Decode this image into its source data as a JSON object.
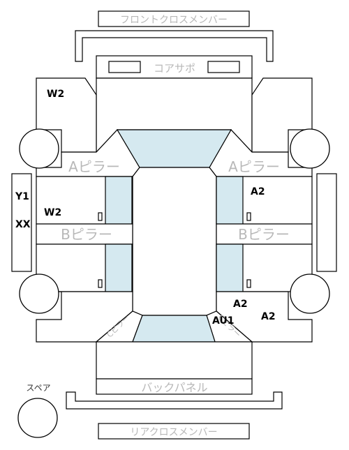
{
  "labels": {
    "front_cross_member": "フロントクロスメンバー",
    "core_support": "コアサポ",
    "a_pillar_left": "Aピラー",
    "a_pillar_right": "Aピラー",
    "b_pillar_left": "Bピラー",
    "b_pillar_right": "Bピラー",
    "c_pillar_left": "Cピラー",
    "c_pillar_right": "Cピラー",
    "back_panel": "バックパネル",
    "rear_cross_member": "リアクロスメンバー",
    "spare": "スペア"
  },
  "codes": {
    "front_left_fender": "W2",
    "left_side_top": "Y1",
    "left_side_bottom": "XX",
    "left_front_door": "W2",
    "right_front_door": "A2",
    "right_rear_door": "A2",
    "right_quarter": "A2",
    "right_c_pillar": "AU1"
  },
  "colors": {
    "glass": "#d5e9f0",
    "ghost_label": "#b8b8b8",
    "line": "#000000"
  }
}
